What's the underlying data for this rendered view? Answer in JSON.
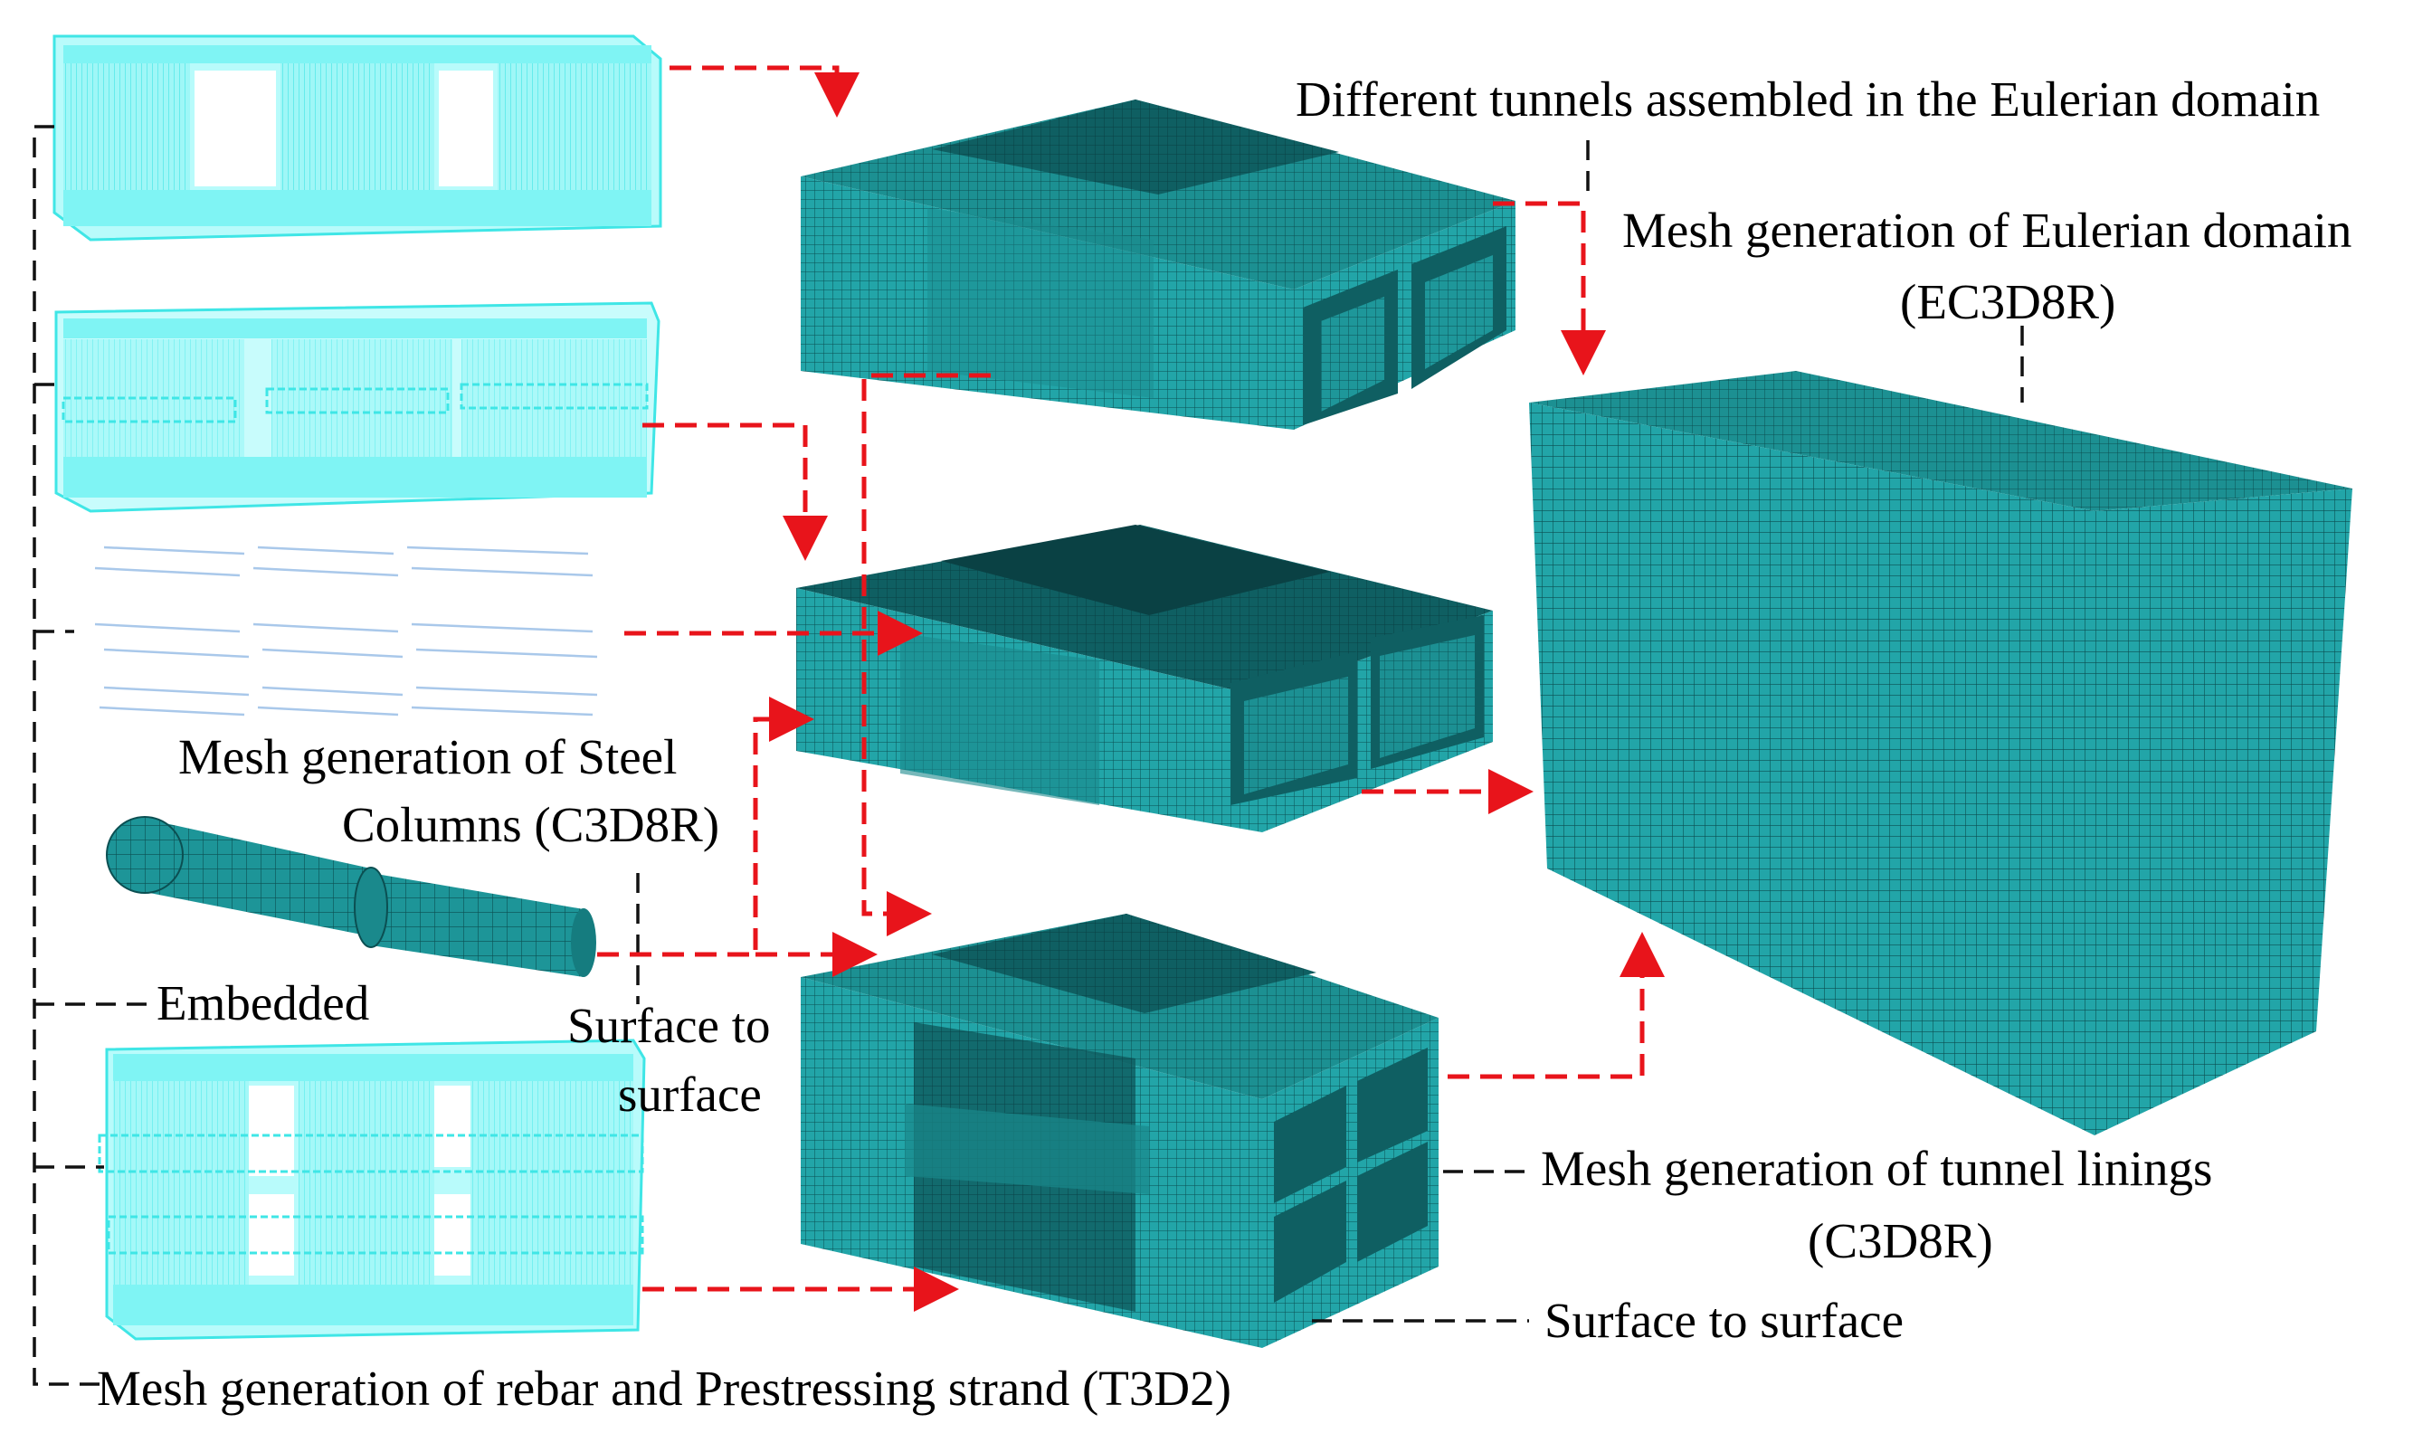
{
  "labels": {
    "eulerian_assembled": "Different tunnels assembled in the Eulerian domain",
    "eulerian_mesh_line1": "Mesh generation of Eulerian domain",
    "eulerian_mesh_line2": "(EC3D8R)",
    "steel_line1": "Mesh generation of Steel",
    "steel_line2": "Columns (C3D8R)",
    "embedded": "Embedded",
    "surface_line1": "Surface to",
    "surface_line2": "surface",
    "linings_line1": "Mesh generation of tunnel linings",
    "linings_line2": "(C3D8R)",
    "surface_full": "Surface to surface",
    "rebar": "Mesh generation of rebar and Prestressing strand (T3D2)"
  },
  "colors": {
    "mesh_fill": "#22a5a8",
    "mesh_top": "#1c9092",
    "mesh_dark": "#0f5f62",
    "mesh_line": "#0b4f52",
    "wire": "#5ff2f2",
    "rebar_line": "#a9c8ea",
    "arrow_red": "#e8141b",
    "dash_black": "#111111"
  },
  "icons": [
    "tunnel-wireframe",
    "rebar-cage",
    "strand-lines",
    "steel-column",
    "tunnel-mesh",
    "eulerian-block"
  ]
}
